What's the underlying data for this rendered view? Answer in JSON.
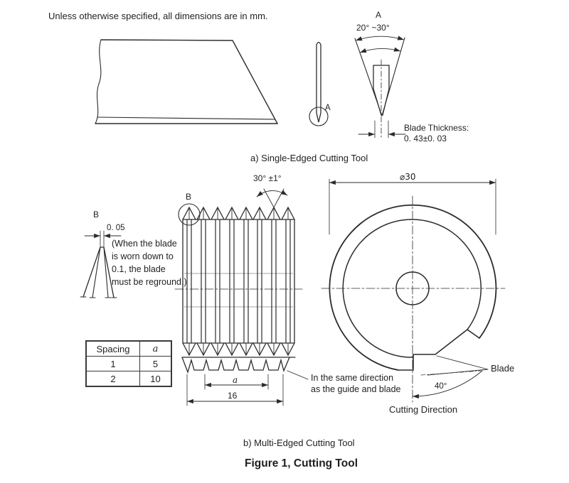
{
  "page": {
    "units_note": "Unless otherwise specified, all dimensions are in mm.",
    "figure_caption": "Figure 1, Cutting Tool"
  },
  "single_edged": {
    "caption": "a) Single-Edged Cutting Tool",
    "detail_view_label": "A",
    "detail_ref_label": "A",
    "edge_angle": "20° ~30°",
    "blade_thickness": "Blade Thickness:\n0. 43±0. 03"
  },
  "multi_edged": {
    "caption": "b) Multi-Edged Cutting Tool",
    "detail_view_label": "B",
    "detail_ref_label": "B",
    "tip_flat_width": "0. 05",
    "regrind_note": "(When the blade\nis worn down to\n0.1, the blade\nmust be reground.)",
    "edge_angle": "30° ±1°",
    "spacing_dim_label": "a",
    "overall_width": "16",
    "direction_note": "In the same direction\nas the guide and blade",
    "spacing_table": {
      "headers": [
        "Spacing",
        "a"
      ],
      "rows": [
        [
          "1",
          "5"
        ],
        [
          "2",
          "10"
        ]
      ]
    },
    "circular_view": {
      "diameter": "⌀30",
      "blade_label": "Blade",
      "cutting_angle": "40°",
      "cutting_direction_label": "Cutting Direction"
    }
  },
  "colors": {
    "line": "#2b2b2b",
    "text": "#1f1f1f",
    "background": "#ffffff"
  }
}
